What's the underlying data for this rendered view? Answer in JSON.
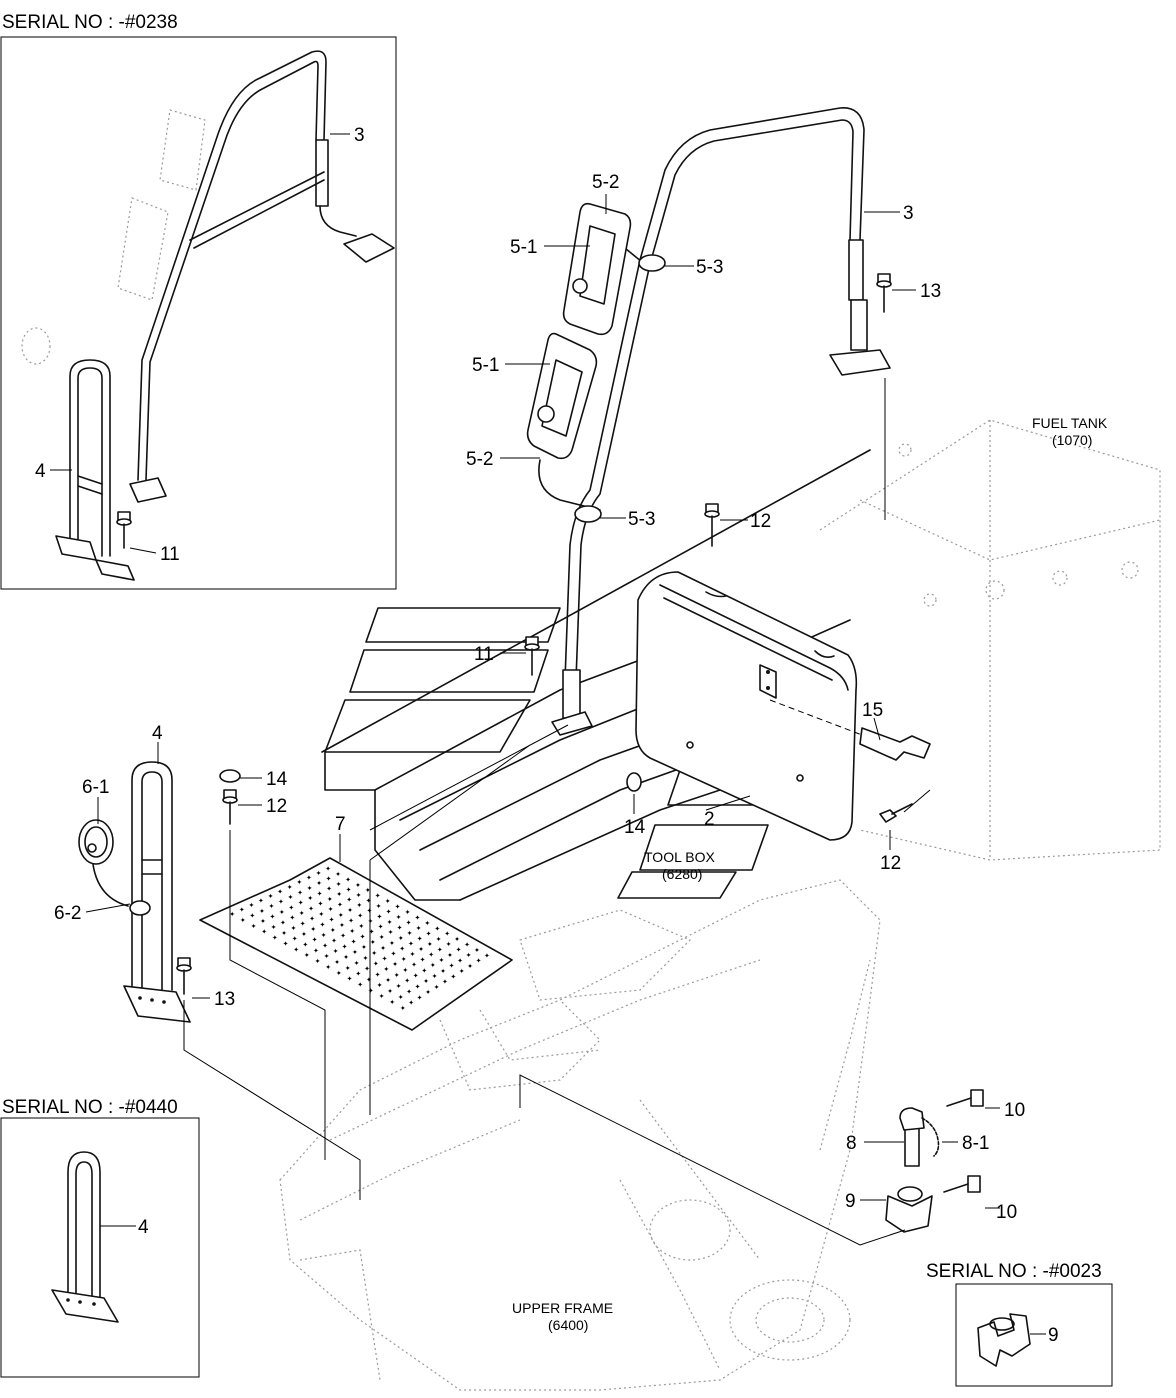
{
  "insets": {
    "top_left": {
      "title": "SERIAL NO : -#0238",
      "labels": {
        "rail": "3",
        "handrail": "4",
        "bolt": "11"
      }
    },
    "bottom_left": {
      "title": "SERIAL NO : -#0440",
      "labels": {
        "handrail": "4"
      }
    },
    "bottom_right": {
      "title": "SERIAL NO : -#0023",
      "labels": {
        "bracket": "9"
      }
    }
  },
  "references": {
    "fuel_tank": {
      "name": "FUEL TANK",
      "code": "(1070)"
    },
    "tool_box": {
      "name": "TOOL BOX",
      "code": "(6280)"
    },
    "upper_frame": {
      "name": "UPPER FRAME",
      "code": "(6400)"
    }
  },
  "callouts": {
    "mirror_stay": "3",
    "mirror_bracket_upper": "5-2",
    "mirror_upper": "5-1",
    "clamp_upper": "5-3",
    "bolt_stay": "13",
    "mirror_lower": "5-1",
    "bracket_lower": "5-2",
    "clamp_lower": "5-3",
    "bolt_box_top": "12",
    "bolt_step": "11",
    "stay_15": "15",
    "handrail": "4",
    "round_mirror": "6-1",
    "round_bracket": "6-2",
    "cap": "14",
    "bolt_mid": "12",
    "plate": "7",
    "cover": "2",
    "grommet": "14",
    "bolt_box_side": "12",
    "bolt_handrail": "13",
    "pin": "8",
    "pin_chain": "8-1",
    "bolt_pin_upper": "10",
    "bracket_pin": "9",
    "bolt_pin_lower": "10"
  }
}
